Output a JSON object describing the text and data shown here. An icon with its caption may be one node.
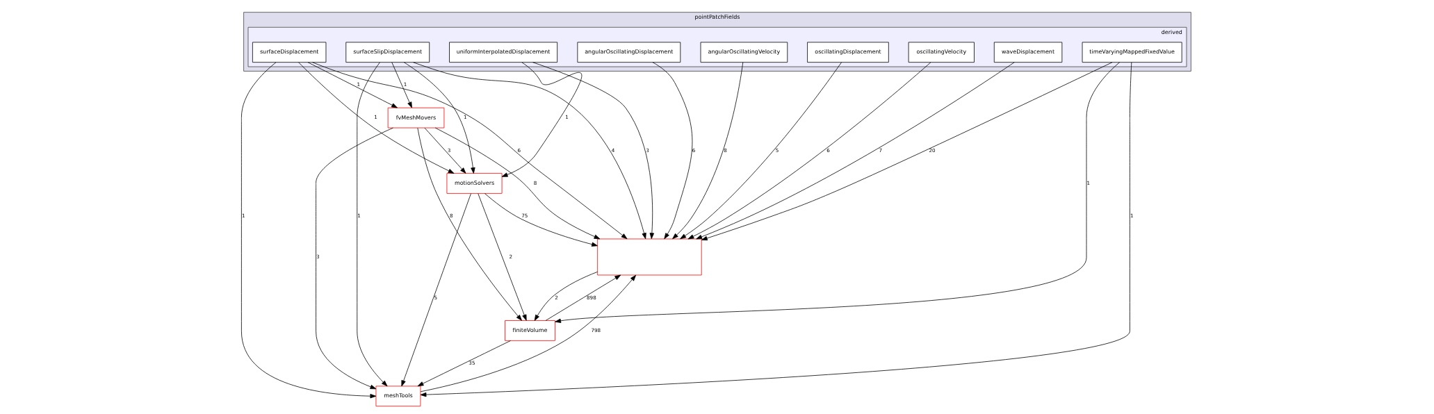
{
  "diagram": {
    "nodes": [
      {
        "text": [
          "pointPatchFields"
        ]
      },
      {
        "text": [
          "derived"
        ],
        "in": 0
      },
      {
        "text": [
          "timeVaryingMappedFixedValue"
        ],
        "in": 1
      },
      {
        "text": [
          "surfaceSlipDisplacement"
        ],
        "in": 1
      },
      {
        "text": [
          "surfaceDisplacement"
        ],
        "in": 1
      },
      {
        "text": [
          "uniformInterpolatedDisplacement"
        ],
        "in": 1
      },
      {
        "text": [
          "oscillatingDisplacement"
        ],
        "in": 1
      },
      {
        "text": [
          "oscillatingVelocity"
        ],
        "in": 1
      },
      {
        "text": [
          "waveDisplacement"
        ],
        "in": 1
      },
      {
        "text": [
          "angularOscillatingDisplacement"
        ],
        "in": 1
      },
      {
        "text": [
          "angularOscillatingVelocity"
        ],
        "in": 1
      },
      {
        "text": [
          "fvMeshMovers"
        ]
      },
      {
        "text": [
          "motionSolvers"
        ]
      },
      {
        "text": [],
        "shape": "box"
      },
      {
        "text": [
          "finiteVolume"
        ]
      },
      {
        "text": [
          "meshTools"
        ]
      }
    ],
    "edges": [
      {
        "from": 2,
        "to": 13,
        "arrow": "to",
        "label": "20"
      },
      {
        "from": 2,
        "to": 14,
        "arrow": "to",
        "label": "1"
      },
      {
        "from": 2,
        "to": 15,
        "arrow": "to",
        "label": "1"
      },
      {
        "from": 3,
        "to": 11,
        "arrow": "to",
        "label": "1"
      },
      {
        "from": 3,
        "to": 12,
        "arrow": "to",
        "label": "1"
      },
      {
        "from": 3,
        "to": 13,
        "arrow": "to",
        "label": "4"
      },
      {
        "from": 3,
        "to": 15,
        "arrow": "to",
        "label": "1"
      },
      {
        "from": 4,
        "to": 11,
        "arrow": "to",
        "label": "1"
      },
      {
        "from": 4,
        "to": 12,
        "arrow": "to",
        "label": "1"
      },
      {
        "from": 4,
        "to": 13,
        "arrow": "to",
        "label": "6"
      },
      {
        "from": 4,
        "to": 15,
        "arrow": "to",
        "label": "1"
      },
      {
        "from": 5,
        "to": 12,
        "arrow": "to",
        "label": "1"
      },
      {
        "from": 5,
        "to": 13,
        "arrow": "to",
        "label": "3"
      },
      {
        "from": 6,
        "to": 13,
        "arrow": "to",
        "label": "5"
      },
      {
        "from": 7,
        "to": 13,
        "arrow": "to",
        "label": "6"
      },
      {
        "from": 8,
        "to": 13,
        "arrow": "to",
        "label": "7"
      },
      {
        "from": 9,
        "to": 13,
        "arrow": "to",
        "label": "6"
      },
      {
        "from": 10,
        "to": 13,
        "arrow": "to",
        "label": "8"
      },
      {
        "from": 11,
        "to": 12,
        "arrow": "to",
        "label": "3"
      },
      {
        "from": 11,
        "to": 13,
        "arrow": "to",
        "label": "8"
      },
      {
        "from": 11,
        "to": 14,
        "arrow": "to",
        "label": "8"
      },
      {
        "from": 11,
        "to": 15,
        "arrow": "to",
        "label": "3"
      },
      {
        "from": 12,
        "to": 13,
        "arrow": "to",
        "label": "75"
      },
      {
        "from": 12,
        "to": 14,
        "arrow": "to",
        "label": "2"
      },
      {
        "from": 12,
        "to": 15,
        "arrow": "to",
        "label": "5"
      },
      {
        "from": 13,
        "to": 14,
        "arrow": "to",
        "label": "2"
      },
      {
        "from": 14,
        "to": 13,
        "arrow": "to",
        "label": "898"
      },
      {
        "from": 14,
        "to": 15,
        "arrow": "to",
        "label": "35"
      },
      {
        "from": 15,
        "to": 13,
        "arrow": "to",
        "label": "798"
      }
    ]
  }
}
